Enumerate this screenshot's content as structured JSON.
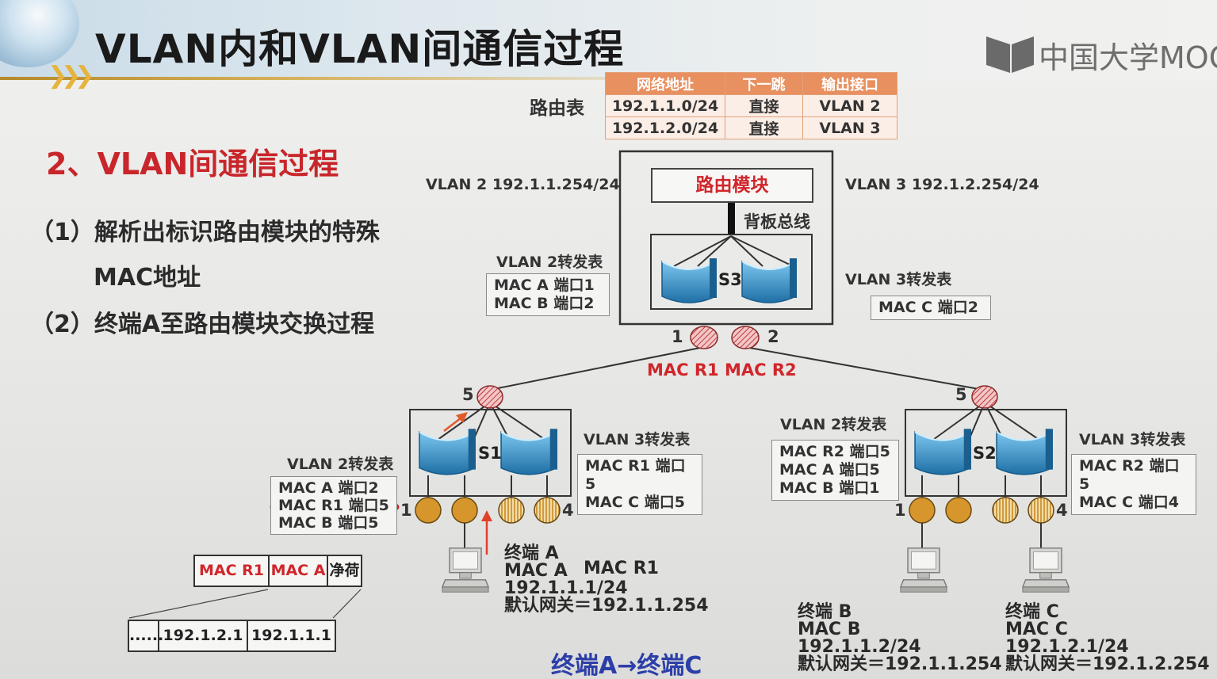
{
  "header": {
    "title": "VLAN内和VLAN间通信过程",
    "brand": "中国大学MOOC"
  },
  "section": {
    "title": "2、VLAN间通信过程"
  },
  "steps": {
    "s1_line1": "（1）解析出标识路由模块的特殊",
    "s1_line2": "MAC地址",
    "s2": "（2）终端A至路由模块交换过程"
  },
  "routing_table": {
    "label": "路由表",
    "headers": [
      "网络地址",
      "下一跳",
      "输出接口"
    ],
    "rows": [
      [
        "192.1.1.0/24",
        "直接",
        "VLAN 2"
      ],
      [
        "192.1.2.0/24",
        "直接",
        "VLAN 3"
      ]
    ]
  },
  "s3": {
    "router_module": "路由模块",
    "backplane": "背板总线",
    "name": "S3",
    "vlan2_iface": "VLAN 2  192.1.1.254/24",
    "vlan3_iface": "VLAN 3  192.1.2.254/24",
    "vlan2_table_title": "VLAN 2转发表",
    "vlan2_table": [
      "MAC A  端口1",
      "MAC B  端口2"
    ],
    "vlan3_table_title": "VLAN 3转发表",
    "vlan3_table": [
      "MAC C  端口2"
    ],
    "port1": "1",
    "port2": "2",
    "router_macs": "MAC R1  MAC R2"
  },
  "s1": {
    "name": "S1",
    "uplink_port": "5",
    "port_first": "1",
    "port_last": "4",
    "vlan2_table_title": "VLAN 2转发表",
    "vlan2_table": [
      "MAC A  端口2",
      "MAC R1 端口5",
      "MAC B  端口5"
    ],
    "vlan3_table_title": "VLAN 3转发表",
    "vlan3_table": [
      "MAC R1 端口5",
      "MAC C  端口5"
    ]
  },
  "s2": {
    "name": "S2",
    "uplink_port": "5",
    "port_first": "1",
    "port_last": "4",
    "vlan2_table_title": "VLAN 2转发表",
    "vlan2_table": [
      "MAC R2 端口5",
      "MAC A  端口5",
      "MAC B  端口1"
    ],
    "vlan3_table_title": "VLAN 3转发表",
    "vlan3_table": [
      "MAC R2 端口5",
      "MAC C  端口4"
    ]
  },
  "frame": {
    "dst_mac": "MAC R1",
    "src_mac": "MAC A",
    "payload": "净荷",
    "inner": [
      "......",
      "192.1.2.1",
      "192.1.1.1"
    ]
  },
  "terminal_a": {
    "name": "终端 A",
    "mac": "MAC A",
    "dest_mac": "MAC R1",
    "ip": "192.1.1.1/24",
    "gateway": "默认网关＝192.1.1.254"
  },
  "terminal_b": {
    "name": "终端 B",
    "mac": "MAC B",
    "ip": "192.1.1.2/24",
    "gateway": "默认网关＝192.1.1.254"
  },
  "terminal_c": {
    "name": "终端 C",
    "mac": "MAC C",
    "ip": "192.1.2.1/24",
    "gateway": "默认网关＝192.1.2.254"
  },
  "caption": "终端A→终端C",
  "colors": {
    "title_red": "#d0262b",
    "caption_blue": "#2c3fa8",
    "table_header": "#e8905f",
    "port_fill": "#d6962c",
    "switch_blue": "#2f8fcc"
  }
}
